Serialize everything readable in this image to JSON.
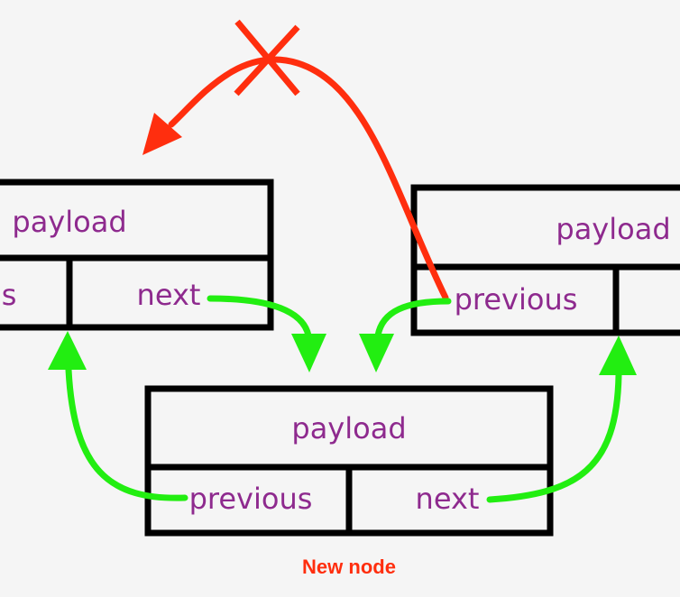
{
  "nodes": {
    "left": {
      "payload": "payload",
      "previous": "previous",
      "next": "next"
    },
    "right": {
      "payload": "payload",
      "previous": "previous"
    },
    "new": {
      "payload": "payload",
      "previous": "previous",
      "next": "next",
      "caption": "New node"
    }
  },
  "colors": {
    "background": "#f5f5f5",
    "box_stroke": "#000000",
    "label_text": "#8e2a8e",
    "new_link": "#22ee11",
    "removed_link": "#ff2e0e",
    "caption": "#ff2e0e"
  }
}
